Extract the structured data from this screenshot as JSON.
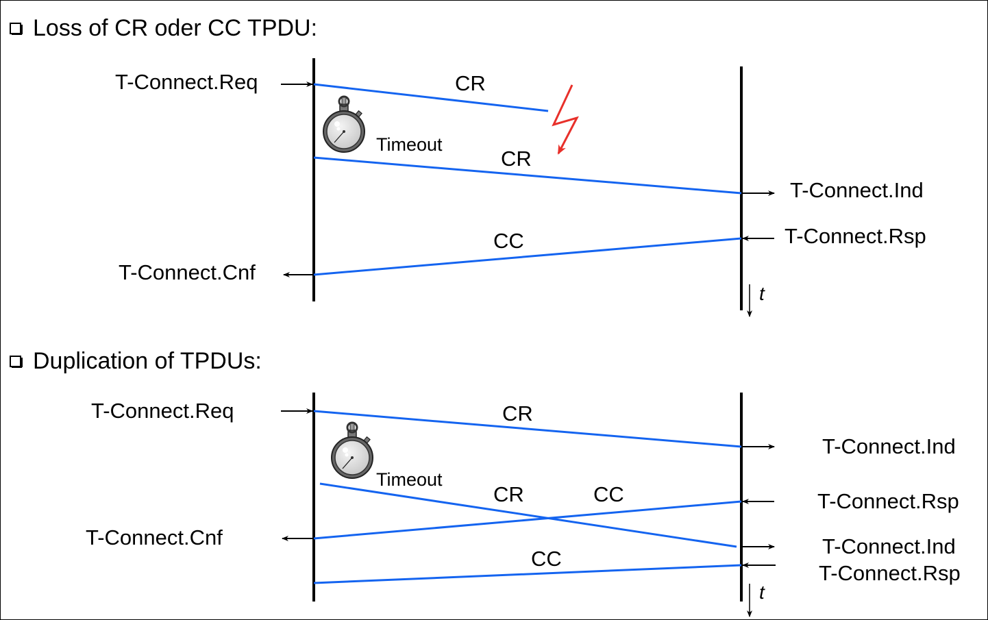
{
  "colors": {
    "message_line": "#1464f0",
    "lightning": "#e8302a",
    "timeline": "#000000",
    "background": "#ffffff"
  },
  "sections": [
    {
      "heading": "Loss of CR oder CC TPDU:",
      "bullet_icon": "checkbox-bullet-icon",
      "left_primitives": [
        "T-Connect.Req",
        "T-Connect.Cnf"
      ],
      "right_primitives": [
        "T-Connect.Ind",
        "T-Connect.Rsp"
      ],
      "messages": [
        {
          "label": "CR",
          "direction": "left-to-right",
          "lost": true
        },
        {
          "label": "CR",
          "direction": "left-to-right",
          "lost": false
        },
        {
          "label": "CC",
          "direction": "right-to-left",
          "lost": false
        }
      ],
      "timeout_label": "Timeout",
      "time_axis_label": "t"
    },
    {
      "heading": "Duplication of TPDUs:",
      "bullet_icon": "checkbox-bullet-icon",
      "left_primitives": [
        "T-Connect.Req",
        "T-Connect.Cnf"
      ],
      "right_primitives": [
        "T-Connect.Ind",
        "T-Connect.Rsp",
        "T-Connect.Ind",
        "T-Connect.Rsp"
      ],
      "messages": [
        {
          "label": "CR",
          "direction": "left-to-right"
        },
        {
          "label": "CR",
          "direction": "left-to-right"
        },
        {
          "label": "CC",
          "direction": "right-to-left"
        },
        {
          "label": "CC",
          "direction": "right-to-left"
        }
      ],
      "timeout_label": "Timeout",
      "time_axis_label": "t"
    }
  ]
}
